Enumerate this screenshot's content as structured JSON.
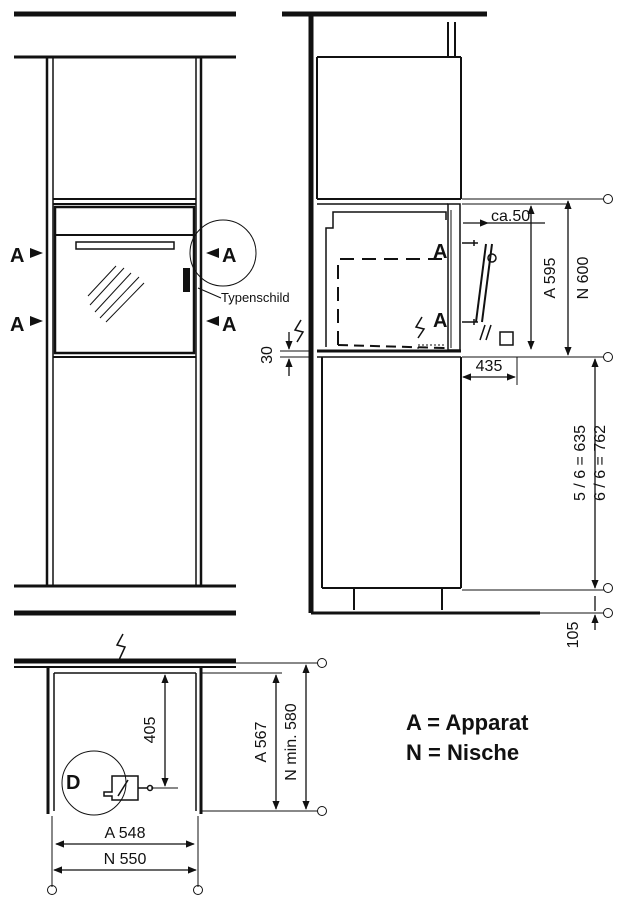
{
  "front_view": {
    "marker_letter": "A",
    "type_plate_label": "Typenschild"
  },
  "side_view": {
    "marker_letter": "A",
    "gap_label": "ca.50",
    "dim_appliance_height": "A 595",
    "dim_niche_height": "N 600",
    "dim_depth": "435",
    "dim_bottom_gap": "30",
    "dim_below_formula_1": "5 / 6 = 635",
    "dim_below_formula_2": "6 / 6 = 762",
    "dim_plinth": "105"
  },
  "top_view": {
    "socket_letter": "D",
    "dim_socket_distance": "405",
    "dim_appliance_depth": "A 567",
    "dim_niche_depth": "N min. 580",
    "dim_appliance_width": "A 548",
    "dim_niche_width": "N 550"
  },
  "legend": {
    "line1": "A = Apparat",
    "line2": "N = Nische"
  }
}
